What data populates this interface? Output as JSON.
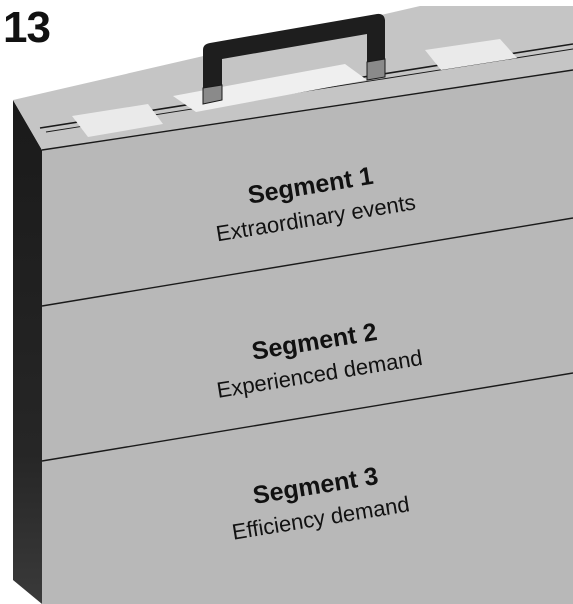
{
  "figure_number": "13",
  "colors": {
    "case_front": "#b6b6b6",
    "case_top": "#c7c7c7",
    "case_side": "#1e1e1e",
    "handle": "#1e1e1e",
    "labels": "#e8e8e8",
    "lines": "#1a1a1a"
  },
  "icons": [
    "briefcase-illustration"
  ],
  "segments": [
    {
      "title": "Segment 1",
      "subtitle": "Extraordinary events"
    },
    {
      "title": "Segment 2",
      "subtitle": "Experienced demand"
    },
    {
      "title": "Segment 3",
      "subtitle": "Efficiency demand"
    }
  ]
}
